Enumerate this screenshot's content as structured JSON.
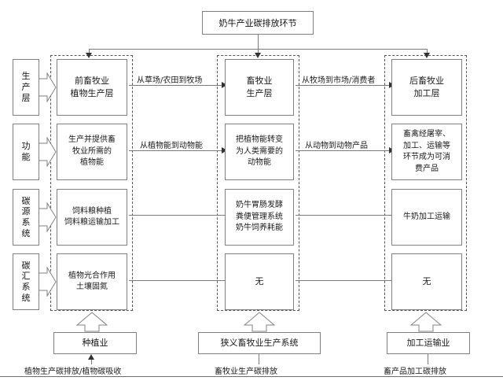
{
  "diagram": {
    "title": "奶牛产业碳排放环节",
    "row_labels": [
      {
        "name": "production-layer",
        "lines": [
          "生",
          "产",
          "层"
        ]
      },
      {
        "name": "function",
        "lines": [
          "功",
          "能"
        ]
      },
      {
        "name": "carbon-source-system",
        "lines": [
          "碳",
          "源",
          "系",
          "统"
        ]
      },
      {
        "name": "carbon-sink-system",
        "lines": [
          "碳",
          "汇",
          "系",
          "统"
        ]
      }
    ],
    "columns": [
      {
        "key": "pre-livestock",
        "cells": [
          {
            "lines": [
              "前畜牧业",
              "植物生产层"
            ]
          },
          {
            "lines": [
              "生产并提供畜",
              "牧业所需的",
              "植物能"
            ]
          },
          {
            "lines": [
              "饲料粮种植",
              "饲料粮运输加工"
            ]
          },
          {
            "lines": [
              "植物光合作用",
              "土壤固氮"
            ]
          }
        ]
      },
      {
        "key": "livestock",
        "cells": [
          {
            "lines": [
              "畜牧业",
              "生产层"
            ]
          },
          {
            "lines": [
              "把植物能转变",
              "为人类需要的",
              "动物能"
            ]
          },
          {
            "lines": [
              "奶牛胃肠发酵",
              "粪便管理系统",
              "奶牛饲养耗能"
            ]
          },
          {
            "lines": [
              "无"
            ]
          }
        ]
      },
      {
        "key": "post-livestock",
        "cells": [
          {
            "lines": [
              "后畜牧业",
              "加工层"
            ]
          },
          {
            "lines": [
              "畜禽经屠宰、",
              "加工、运输等",
              "环节成为可消",
              "费产品"
            ]
          },
          {
            "lines": [
              "牛奶加工运输"
            ]
          },
          {
            "lines": [
              "无"
            ]
          }
        ]
      }
    ],
    "edge_labels": {
      "c1_c2_row1": "从草场/农田到牧场",
      "c1_c2_row2": "从植物能到动物能",
      "c2_c3_row1": "从牧场到市场/消费者",
      "c2_c3_row2": "从动物到动物产品"
    },
    "bottom_boxes": [
      {
        "key": "planting",
        "label": "种植业"
      },
      {
        "key": "narrow-livestock-system",
        "label": "狭义畜牧业生产系统"
      },
      {
        "key": "processing-transport",
        "label": "加工运输业"
      }
    ],
    "bottom_labels": [
      {
        "key": "plant-emission",
        "text": "植物生产碳排放/植物碳吸收"
      },
      {
        "key": "livestock-emission",
        "text": "畜牧业生产碳排放"
      },
      {
        "key": "product-emission",
        "text": "畜产品加工碳排放"
      }
    ]
  }
}
